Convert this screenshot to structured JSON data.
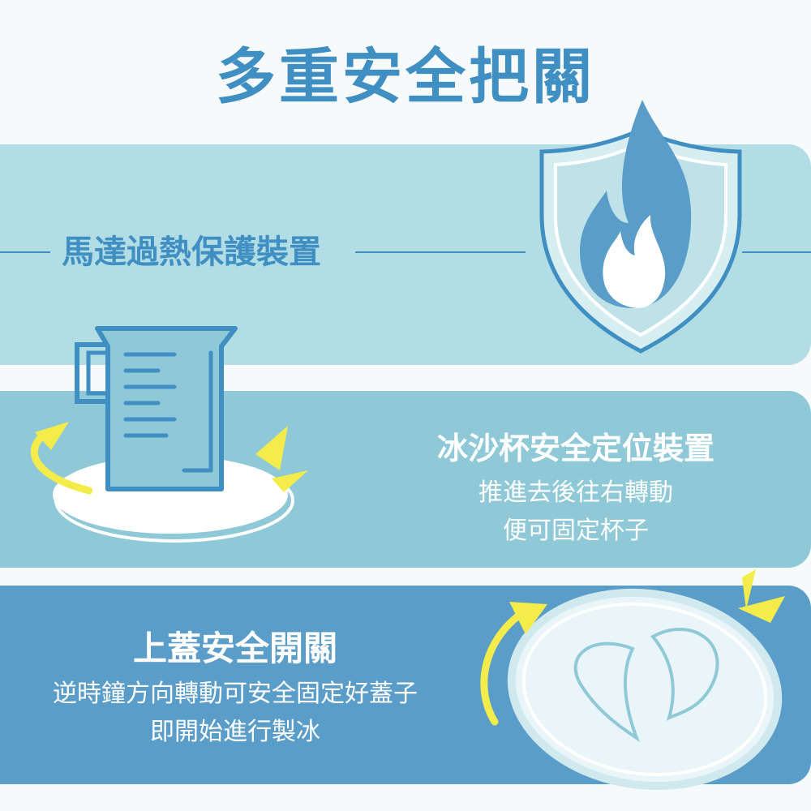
{
  "title": "多重安全把關",
  "sections": [
    {
      "heading": "馬達過熱保護裝置",
      "icon": "flame-shield-icon"
    },
    {
      "heading": "冰沙杯安全定位裝置",
      "lines": [
        "推進去後往右轉動",
        "便可固定杯子"
      ],
      "icon": "blender-cup-icon"
    },
    {
      "heading": "上蓋安全開關",
      "lines": [
        "逆時鐘方向轉動可安全固定好蓋子",
        "即開始進行製冰"
      ],
      "icon": "lid-icon"
    }
  ],
  "colors": {
    "primary": "#3f8fc2",
    "band_light": "#b3dde4",
    "band_mid": "#8fc9d8",
    "band_dark": "#5b9dc9",
    "accent_yellow": "#f3ec4a"
  }
}
